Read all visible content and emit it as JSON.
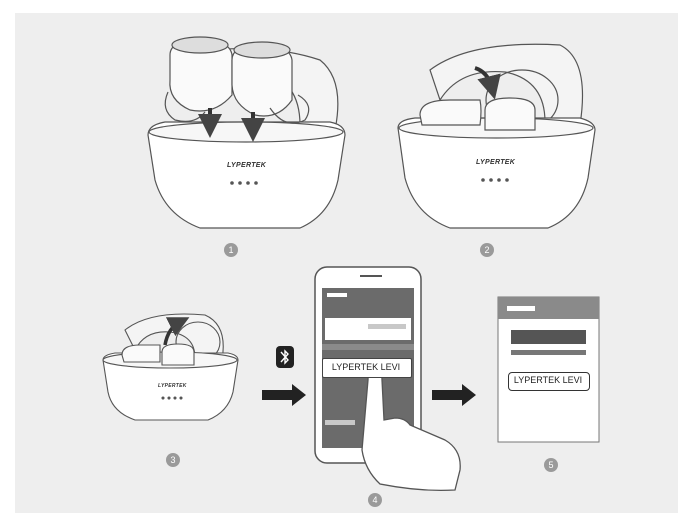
{
  "steps": [
    "1",
    "2",
    "3",
    "4",
    "5"
  ],
  "case_brand": "LYPERTEK",
  "device_name": "LYPERTEK LEVI",
  "icons": [
    "bluetooth-icon",
    "arrow-right-icon",
    "hand-pointer-icon",
    "down-arrow-icon",
    "curved-arrow-icon"
  ],
  "colors": {
    "panel": "#eeeeee",
    "outline": "#555555",
    "screen_dark": "#6b6b6b",
    "step_badge": "#9a9a9a"
  }
}
